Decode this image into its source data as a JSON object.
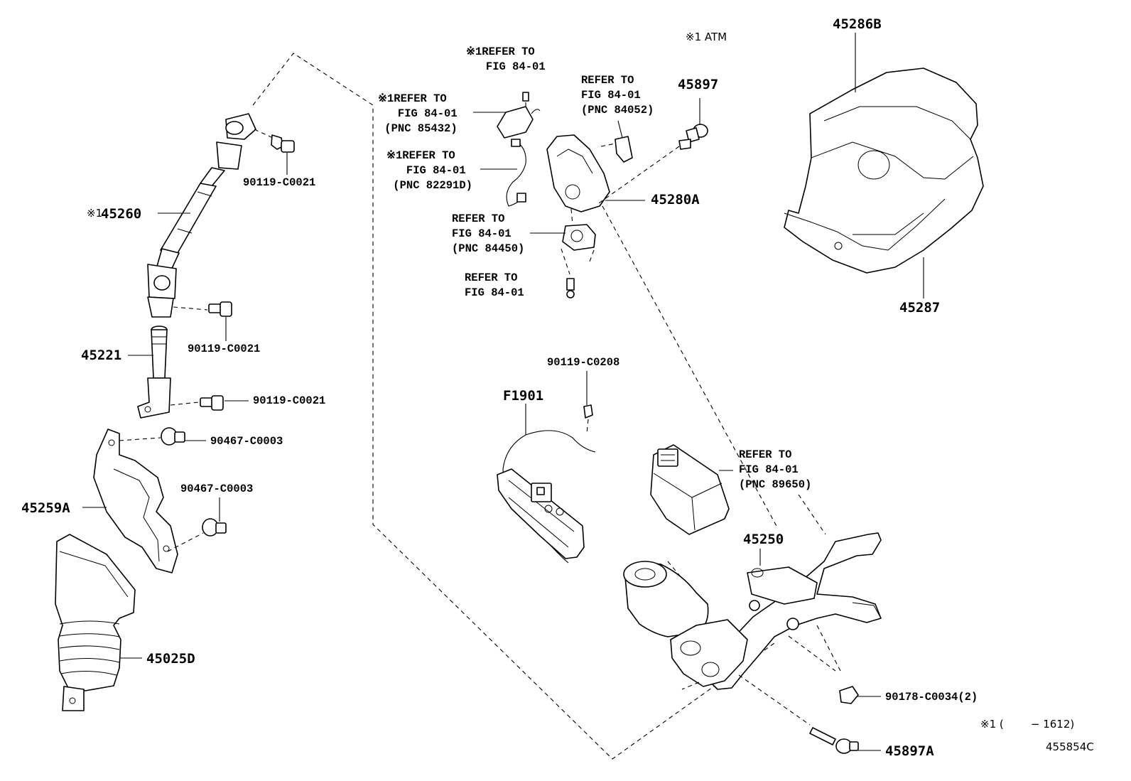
{
  "header_note": "※1 ATM",
  "footer": {
    "code_note": "※1 (        − 1612)",
    "figure_id": "455854C"
  },
  "part_labels": {
    "p45286B": "45286B",
    "p45287": "45287",
    "p45897": "45897",
    "p45280A": "45280A",
    "p45260": "45260",
    "p45260_mark": "※1",
    "p45221": "45221",
    "p45259A": "45259A",
    "p45025D": "45025D",
    "pF1901": "F1901",
    "p45250": "45250",
    "p45897A": "45897A",
    "b90119_1": "90119-C0021",
    "b90119_2": "90119-C0021",
    "b90119_3": "90119-C0021",
    "c90467_1": "90467-C0003",
    "c90467_2": "90467-C0003",
    "b90119_c0208": "90119-C0208",
    "n90178": "90178-C0034(2)"
  },
  "refer_notes": {
    "r1": "※1REFER TO\n   FIG 84-01",
    "r2": "※1REFER TO\n   FIG 84-01\n (PNC 85432)",
    "r3": "※1REFER TO\n   FIG 84-01\n (PNC 82291D)",
    "r4": "REFER TO\nFIG 84-01\n(PNC 84052)",
    "r5": "REFER TO\nFIG 84-01\n(PNC 84450)",
    "r6": "REFER TO\nFIG 84-01",
    "r7": "REFER TO\nFIG 84-01\n(PNC 89650)"
  }
}
